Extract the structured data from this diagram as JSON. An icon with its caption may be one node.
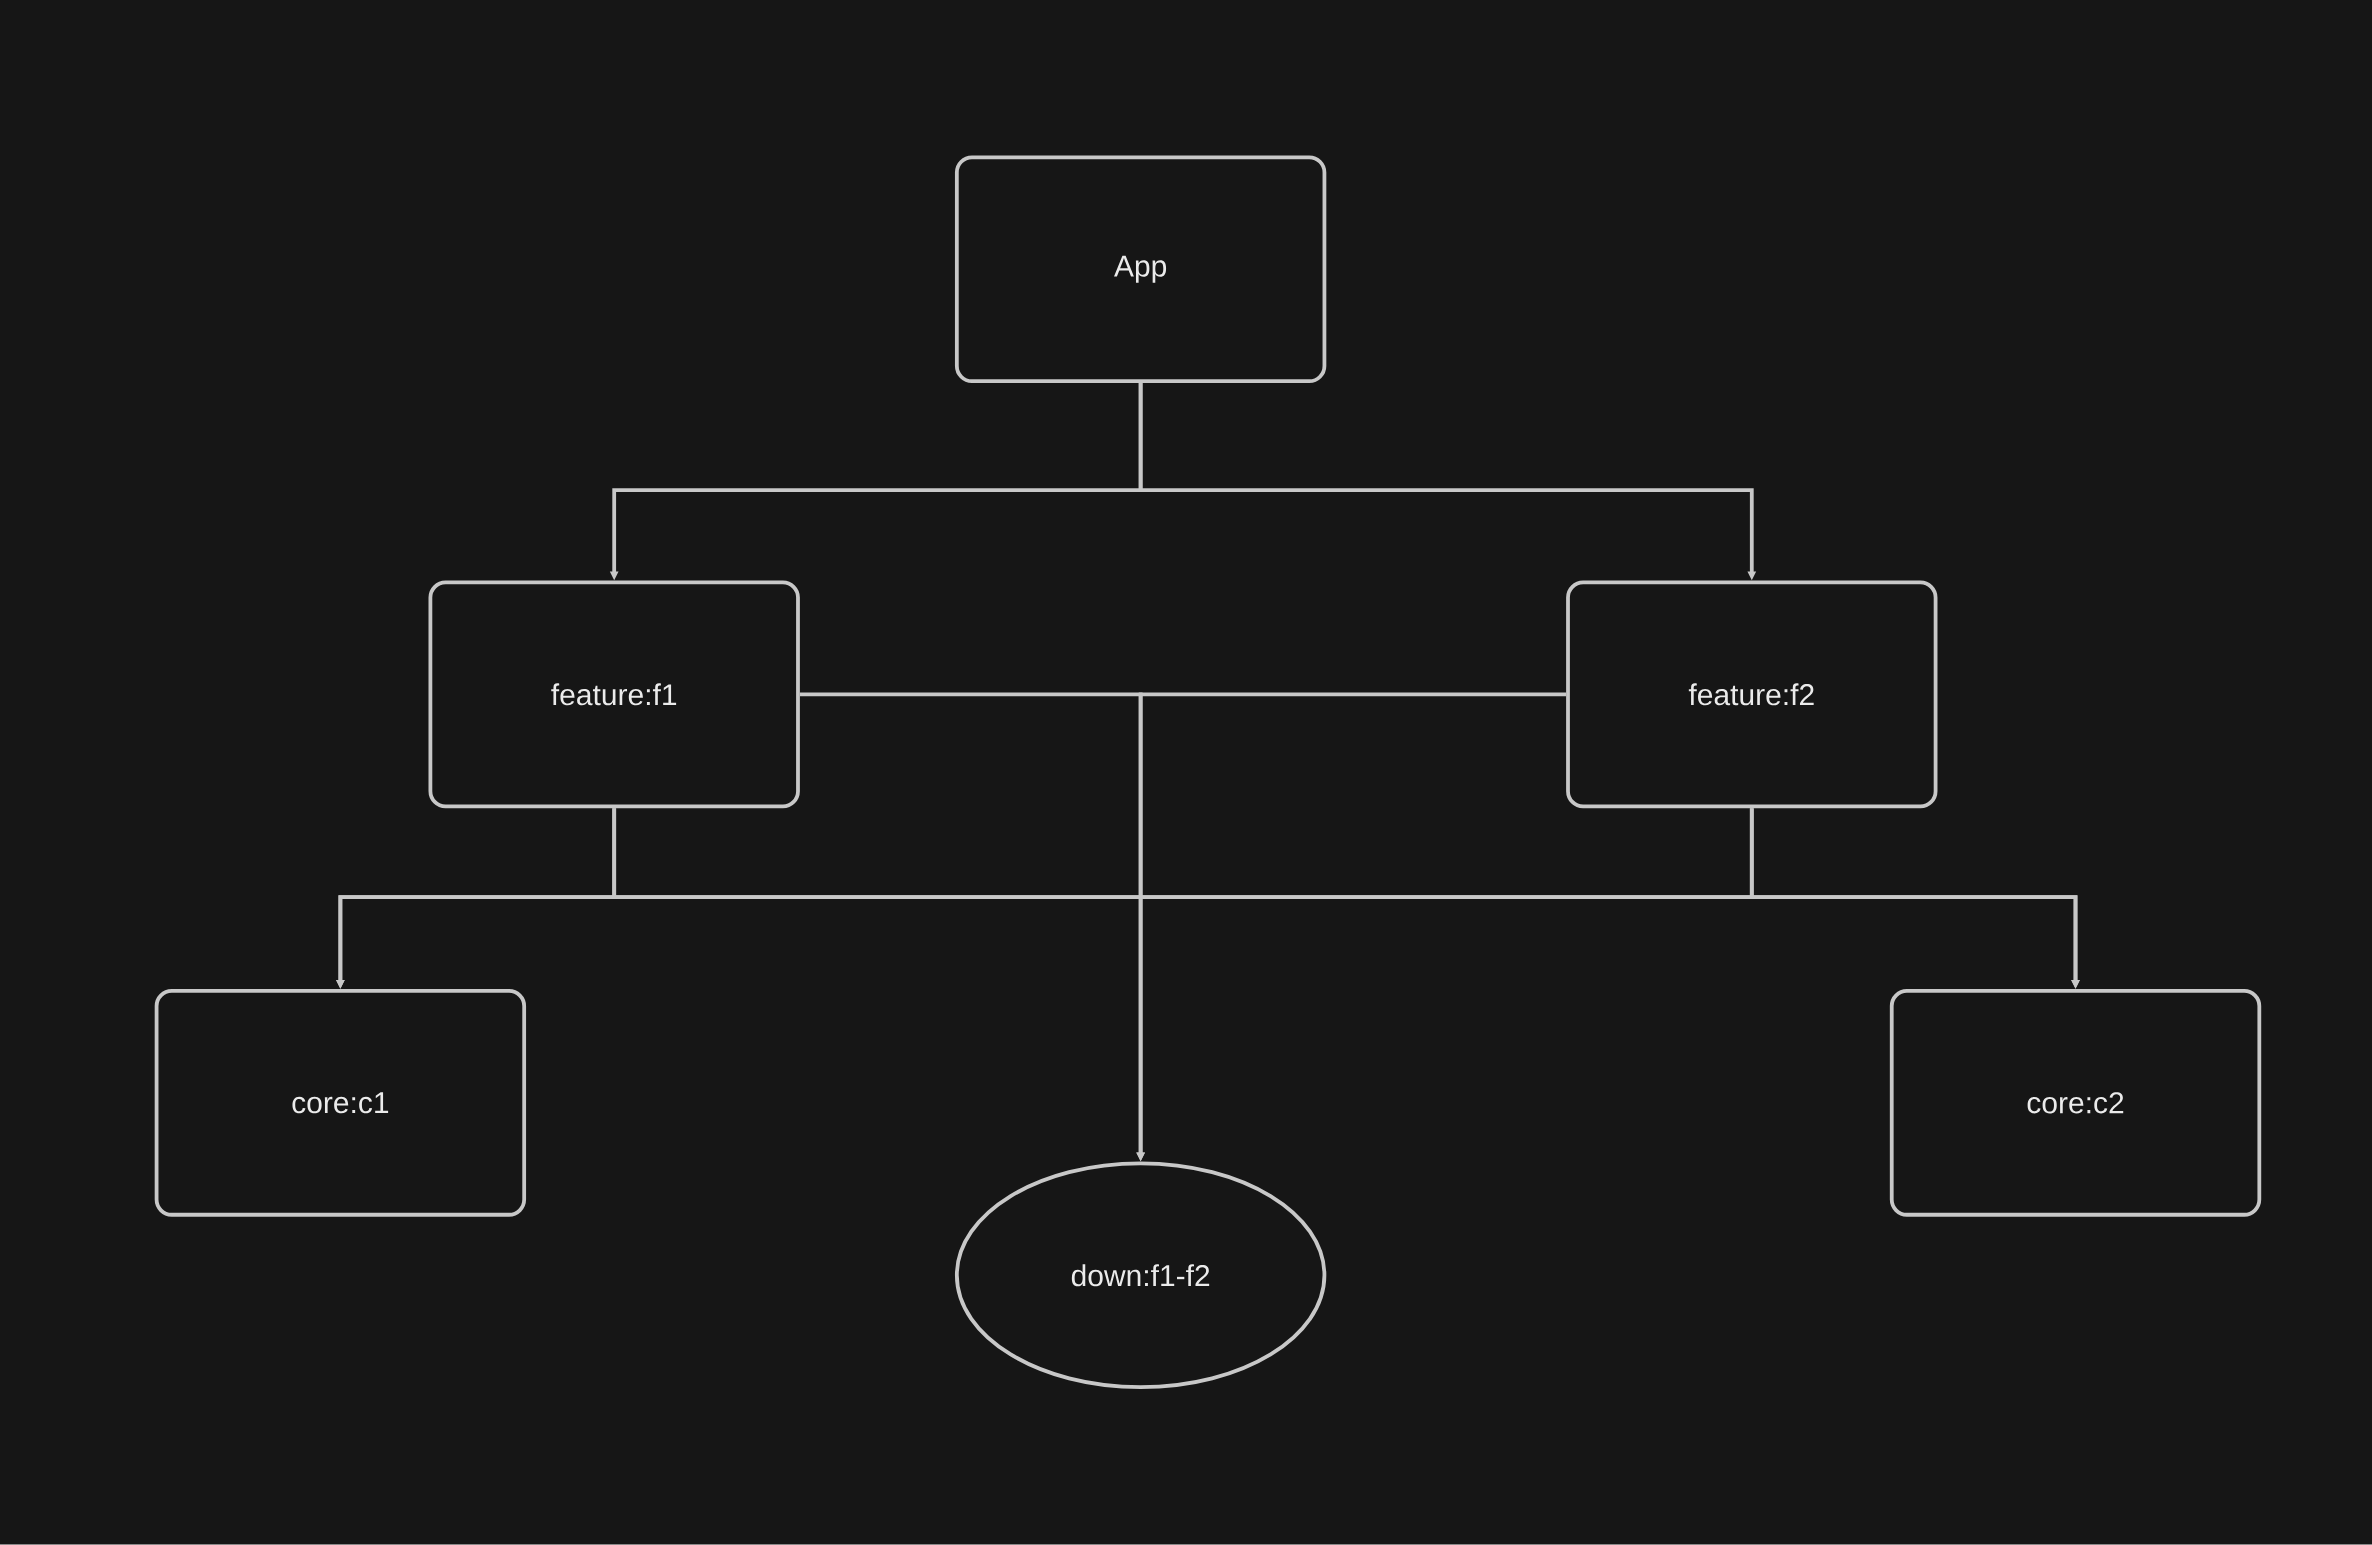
{
  "diagram": {
    "nodes": [
      {
        "text": [
          "App"
        ]
      },
      {
        "text": [
          "feature:f1"
        ]
      },
      {
        "text": [
          "feature:f2"
        ]
      },
      {
        "text": [
          "core:c1"
        ]
      },
      {
        "text": [
          "core:c2"
        ]
      },
      {
        "text": [
          "down:f1-f2"
        ]
      }
    ],
    "edges": [
      {
        "from": 0,
        "to": 1,
        "arrow": "to"
      },
      {
        "from": 0,
        "to": 2,
        "arrow": "to"
      },
      {
        "from": 1,
        "to": 5,
        "arrow": "to"
      },
      {
        "from": 2,
        "to": 5,
        "arrow": "to"
      },
      {
        "from": 1,
        "to": 3,
        "arrow": "to"
      },
      {
        "from": 1,
        "to": 4,
        "arrow": "to"
      },
      {
        "from": 2,
        "to": 3,
        "arrow": "to"
      },
      {
        "from": 2,
        "to": 4,
        "arrow": "to"
      }
    ]
  }
}
